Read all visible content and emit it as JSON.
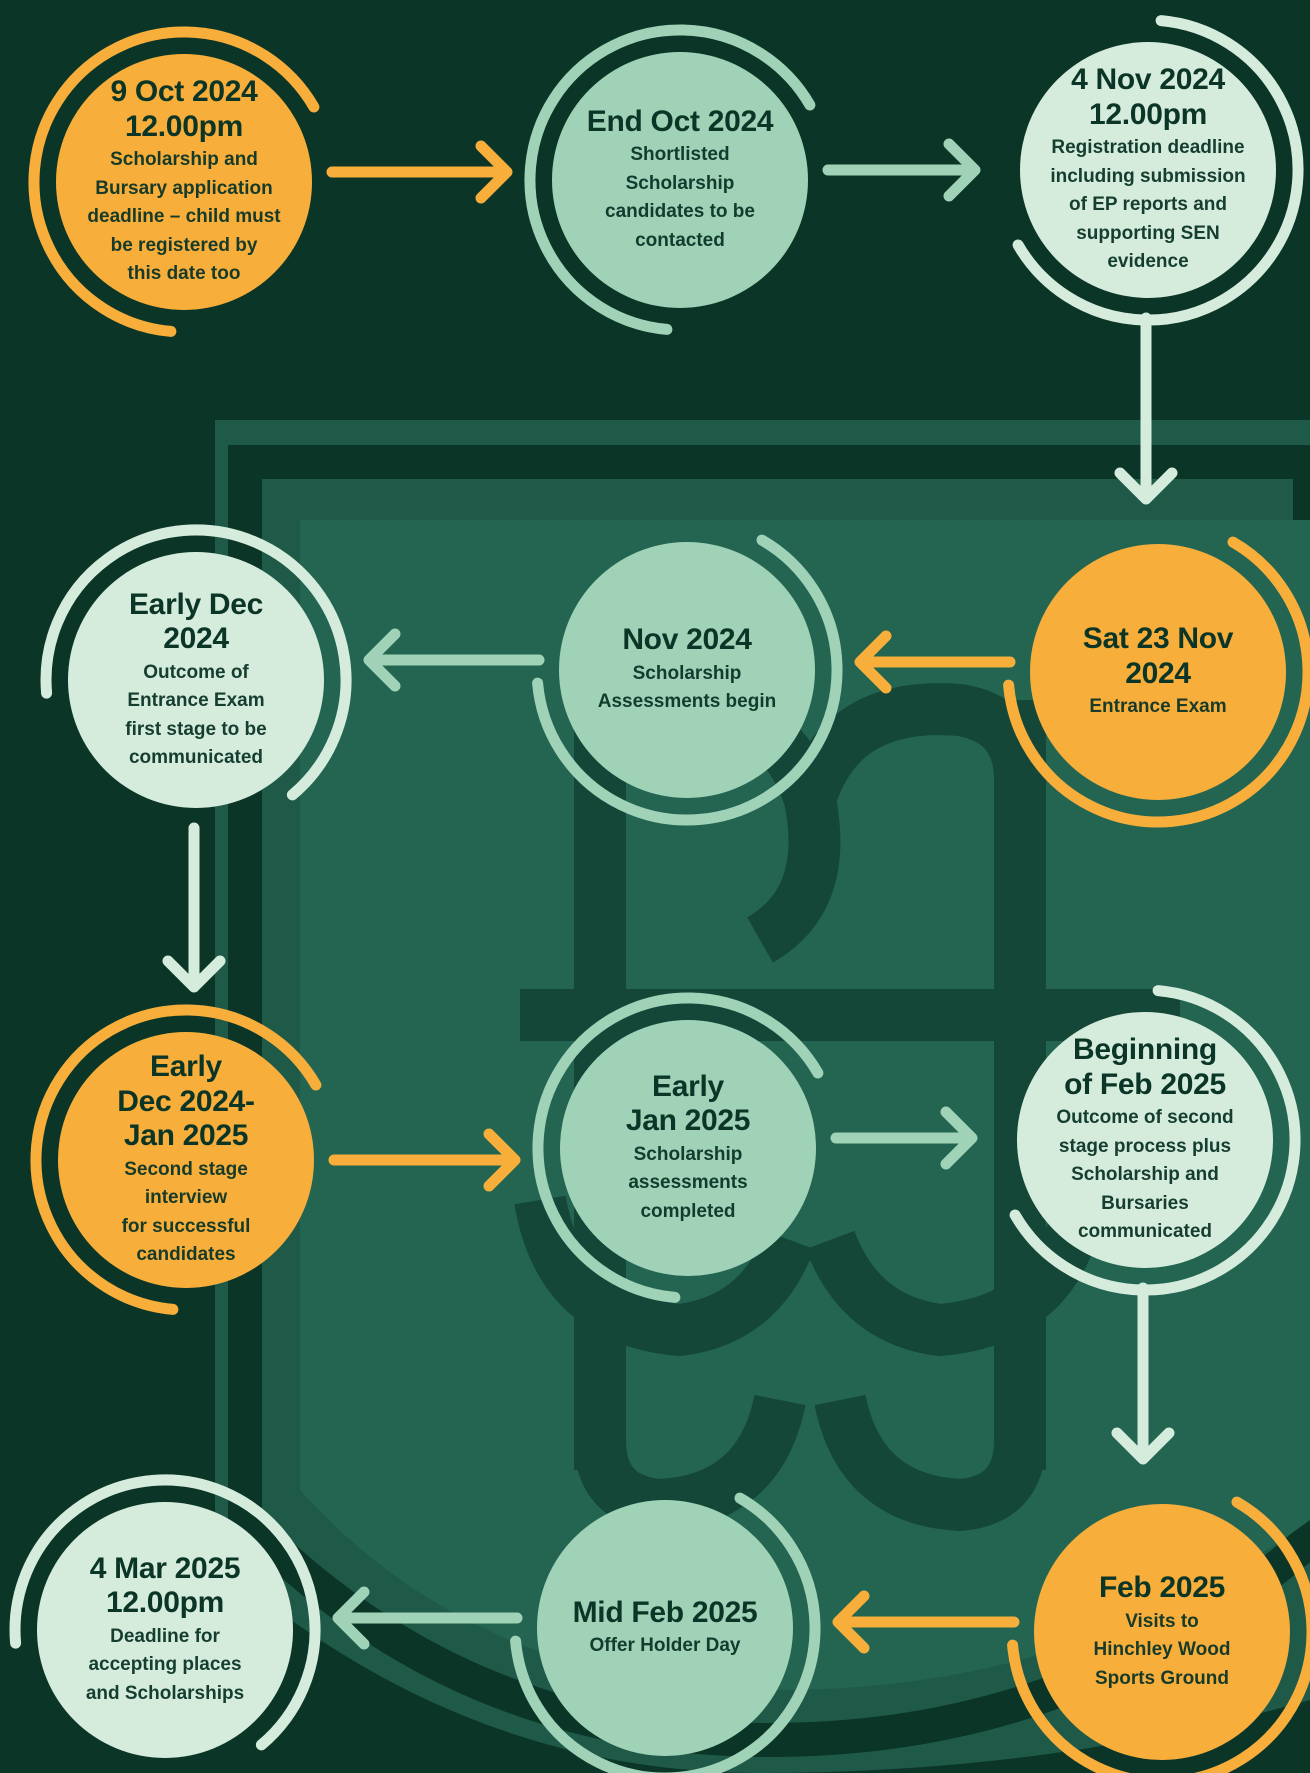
{
  "colors": {
    "background": "#0b3527",
    "crest": "#1f5a49",
    "crest_dark": "#174c3d",
    "orange": "#f8ae3b",
    "mint": "#9fd2b7",
    "pale": "#d5ecdd",
    "text": "#0b3527"
  },
  "nodes": [
    {
      "id": "n1",
      "style": "orange",
      "title": "9 Oct 2024\n12.00pm",
      "desc": "Scholarship and\nBursary application\ndeadline – child must\nbe registered by\nthis date too"
    },
    {
      "id": "n2",
      "style": "mint",
      "title": "End Oct 2024",
      "desc": "Shortlisted\nScholarship\ncandidates to be\ncontacted"
    },
    {
      "id": "n3",
      "style": "pale",
      "title": "4 Nov 2024\n12.00pm",
      "desc": "Registration deadline\nincluding submission\nof EP reports and\nsupporting SEN\nevidence"
    },
    {
      "id": "n4",
      "style": "orange",
      "title": "Sat 23 Nov\n2024",
      "desc": "Entrance Exam"
    },
    {
      "id": "n5",
      "style": "mint",
      "title": "Nov 2024",
      "desc": "Scholarship\nAssessments begin"
    },
    {
      "id": "n6",
      "style": "pale",
      "title": "Early Dec\n2024",
      "desc": "Outcome of\nEntrance Exam\nfirst stage to be\ncommunicated"
    },
    {
      "id": "n7",
      "style": "orange",
      "title": "Early\nDec 2024-\nJan 2025",
      "desc": "Second stage interview\nfor successful\ncandidates"
    },
    {
      "id": "n8",
      "style": "mint",
      "title": "Early\nJan 2025",
      "desc": "Scholarship\nassessments\ncompleted"
    },
    {
      "id": "n9",
      "style": "pale",
      "title": "Beginning\nof Feb 2025",
      "desc": "Outcome of second\nstage process plus\nScholarship and\nBursaries\ncommunicated"
    },
    {
      "id": "n10",
      "style": "orange",
      "title": "Feb 2025",
      "desc": "Visits to\nHinchley Wood\nSports Ground"
    },
    {
      "id": "n11",
      "style": "mint",
      "title": "Mid Feb 2025",
      "desc": "Offer Holder Day"
    },
    {
      "id": "n12",
      "style": "pale",
      "title": "4 Mar 2025\n12.00pm",
      "desc": "Deadline for\naccepting places\nand Scholarships"
    }
  ],
  "arrows": [
    {
      "from": "n1",
      "to": "n2",
      "direction": "right"
    },
    {
      "from": "n2",
      "to": "n3",
      "direction": "right"
    },
    {
      "from": "n3",
      "to": "n4",
      "direction": "down"
    },
    {
      "from": "n4",
      "to": "n5",
      "direction": "left"
    },
    {
      "from": "n5",
      "to": "n6",
      "direction": "left"
    },
    {
      "from": "n6",
      "to": "n7",
      "direction": "down"
    },
    {
      "from": "n7",
      "to": "n8",
      "direction": "right"
    },
    {
      "from": "n8",
      "to": "n9",
      "direction": "right"
    },
    {
      "from": "n9",
      "to": "n10",
      "direction": "down"
    },
    {
      "from": "n10",
      "to": "n11",
      "direction": "left"
    },
    {
      "from": "n11",
      "to": "n12",
      "direction": "left"
    }
  ]
}
